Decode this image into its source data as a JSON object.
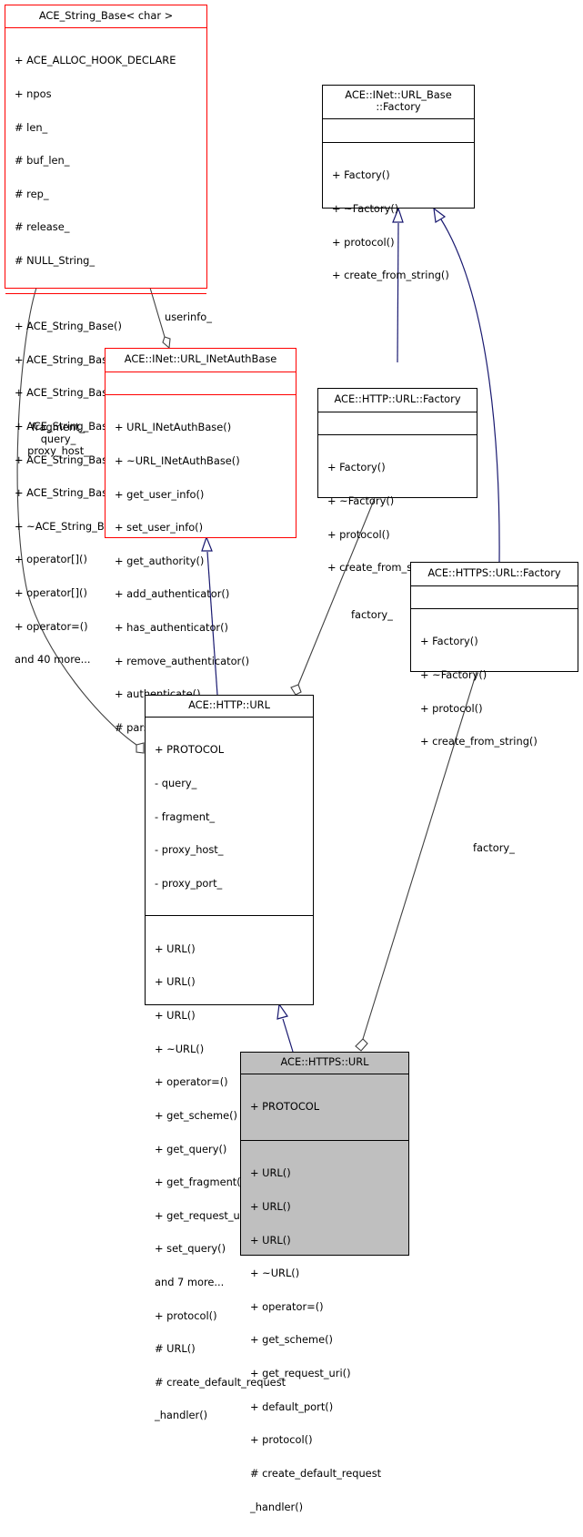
{
  "diagram": {
    "type": "doxygen-collaboration-diagram",
    "classes": {
      "string_base": {
        "title": "ACE_String_Base< char >",
        "attributes": [
          "+ ACE_ALLOC_HOOK_DECLARE",
          "+ npos",
          "# len_",
          "# buf_len_",
          "# rep_",
          "# release_",
          "# NULL_String_"
        ],
        "methods": [
          "+ ACE_String_Base()",
          "+ ACE_String_Base()",
          "+ ACE_String_Base()",
          "+ ACE_String_Base()",
          "+ ACE_String_Base()",
          "+ ACE_String_Base()",
          "+ ~ACE_String_Base()",
          "+ operator[]()",
          "+ operator[]()",
          "+ operator=()",
          "and 40 more..."
        ]
      },
      "url_base_factory": {
        "title_line1": "ACE::INet::URL_Base",
        "title_line2": "::Factory",
        "attributes": [],
        "methods": [
          "+ Factory()",
          "+ ~Factory()",
          "+ protocol()",
          "+ create_from_string()"
        ]
      },
      "inet_auth_base": {
        "title": "ACE::INet::URL_INetAuthBase",
        "attributes": [],
        "methods": [
          "+ URL_INetAuthBase()",
          "+ ~URL_INetAuthBase()",
          "+ get_user_info()",
          "+ set_user_info()",
          "+ get_authority()",
          "+ add_authenticator()",
          "+ has_authenticator()",
          "+ remove_authenticator()",
          "+ authenticate()",
          "# parse_authority()"
        ]
      },
      "http_factory": {
        "title": "ACE::HTTP::URL::Factory",
        "attributes": [],
        "methods": [
          "+ Factory()",
          "+ ~Factory()",
          "+ protocol()",
          "+ create_from_string()"
        ]
      },
      "https_factory": {
        "title": "ACE::HTTPS::URL::Factory",
        "attributes": [],
        "methods": [
          "+ Factory()",
          "+ ~Factory()",
          "+ protocol()",
          "+ create_from_string()"
        ]
      },
      "http_url": {
        "title": "ACE::HTTP::URL",
        "attributes": [
          "+ PROTOCOL",
          "- query_",
          "- fragment_",
          "- proxy_host_",
          "- proxy_port_"
        ],
        "methods": [
          "+ URL()",
          "+ URL()",
          "+ URL()",
          "+ ~URL()",
          "+ operator=()",
          "+ get_scheme()",
          "+ get_query()",
          "+ get_fragment()",
          "+ get_request_uri()",
          "+ set_query()",
          "and 7 more...",
          "+ protocol()",
          "# URL()",
          "# create_default_request",
          "_handler()"
        ]
      },
      "https_url": {
        "title": "ACE::HTTPS::URL",
        "attributes": [
          "+ PROTOCOL"
        ],
        "methods": [
          "+ URL()",
          "+ URL()",
          "+ URL()",
          "+ ~URL()",
          "+ operator=()",
          "+ get_scheme()",
          "+ get_request_uri()",
          "+ default_port()",
          "+ protocol()",
          "# create_default_request",
          "_handler()"
        ]
      }
    },
    "edge_labels": {
      "userinfo": "userinfo_",
      "fragment_query_proxy": "fragment_\nquery_\nproxy_host_",
      "http_factory": "factory_",
      "https_factory": "factory_"
    },
    "colors": {
      "inheritance_edge": "#191970",
      "usage_edge": "#404040",
      "truncated_border": "#ff0000",
      "focus_fill": "#bfbfbf"
    }
  }
}
